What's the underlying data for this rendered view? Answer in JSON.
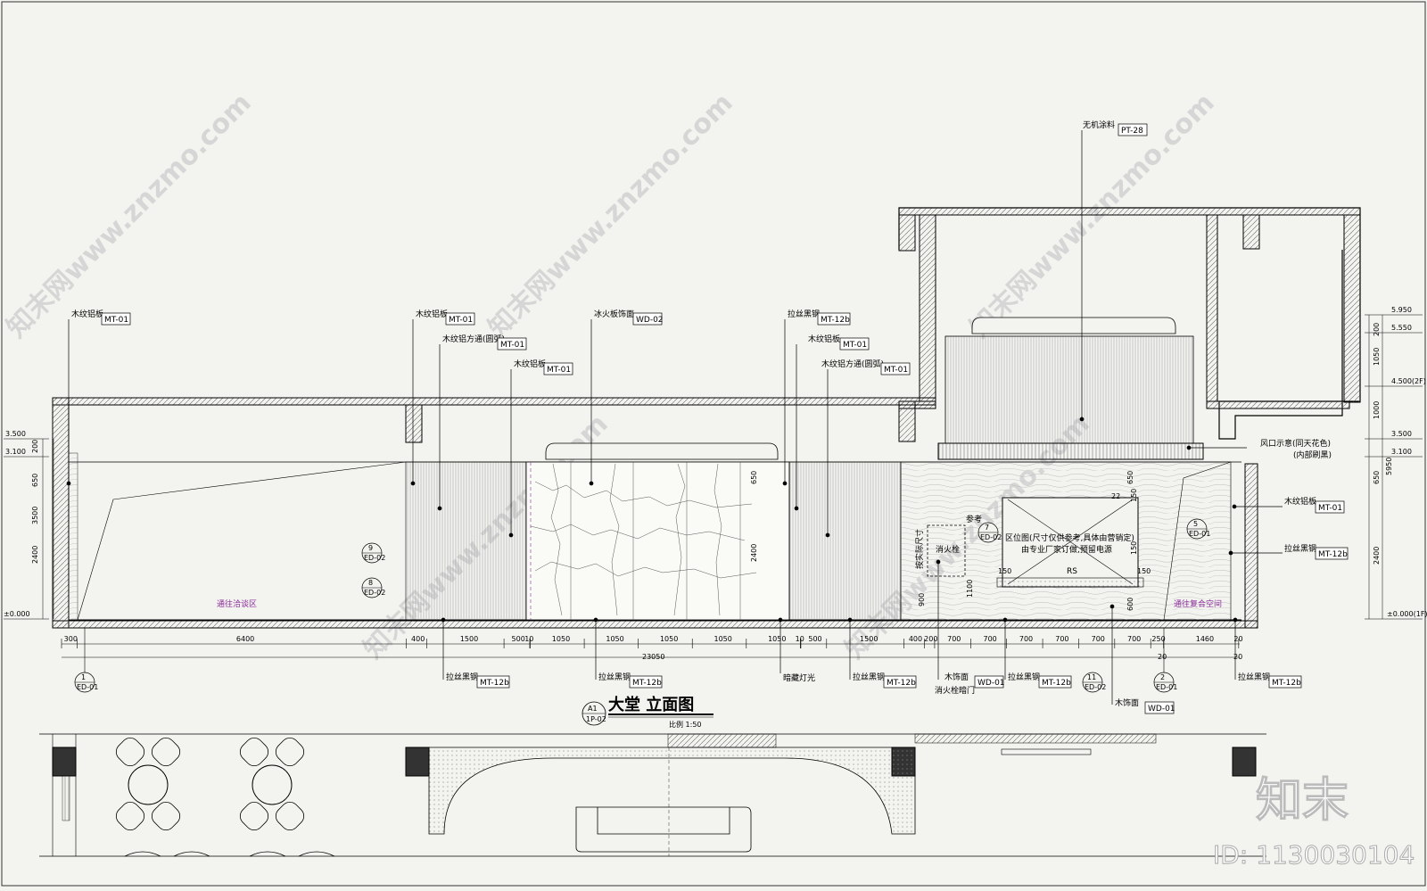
{
  "watermarks": [
    "知末网www.znzmo.com",
    "知末网www.znzmo.com",
    "知末网www.znzmo.com",
    "知末网www.znzmo.com",
    "知末网www.znzmo.com"
  ],
  "material_tags": [
    {
      "name": "木纹铝板",
      "code": "MT-01"
    },
    {
      "name": "木纹铝板",
      "code": "MT-01"
    },
    {
      "name": "木纹铝方通(圆弧)",
      "code": "MT-01"
    },
    {
      "name": "木纹铝板",
      "code": "MT-01"
    },
    {
      "name": "冰火板饰面",
      "code": "WD-02"
    },
    {
      "name": "拉丝黑钢",
      "code": "MT-12b"
    },
    {
      "name": "木纹铝板",
      "code": "MT-01"
    },
    {
      "name": "木纹铝方通(圆弧)",
      "code": "MT-01"
    },
    {
      "name": "无机涂料",
      "code": "PT-28"
    },
    {
      "name": "木纹铝板",
      "code": "MT-01"
    },
    {
      "name": "拉丝黑钢",
      "code": "MT-12b"
    }
  ],
  "bottom_tags": [
    {
      "name": "拉丝黑钢",
      "code": "MT-12b"
    },
    {
      "name": "拉丝黑钢",
      "code": "MT-12b"
    },
    {
      "name": "拉丝黑钢",
      "code": "MT-12b"
    },
    {
      "name": "木饰面",
      "code": "WD-01"
    },
    {
      "name": "拉丝黑钢",
      "code": "MT-12b"
    },
    {
      "name": "木饰面",
      "code": "WD-01"
    },
    {
      "name": "拉丝黑钢",
      "code": "MT-12b"
    }
  ],
  "notes": {
    "dark_light": "暗藏灯光",
    "hydrant_door": "消火栓暗门",
    "vent_1": "风口示意(同天花色)",
    "vent_2": "(内部刷黑)",
    "reference": "参考",
    "hydrant": "消火栓",
    "by_actual": "按实际尺寸",
    "zone_1": "区位图(尺寸仅供参考,具体由营销定)",
    "zone_2": "由专业厂家订做,预留电源",
    "rs": "RS",
    "to_left": "通往洽谈区",
    "to_right": "通往复合空间"
  },
  "callouts": [
    {
      "num": "9",
      "ref": "ED-02"
    },
    {
      "num": "8",
      "ref": "ED-02"
    },
    {
      "num": "7",
      "ref": "ED-02"
    },
    {
      "num": "5",
      "ref": "ED-01"
    },
    {
      "num": "1",
      "ref": "ED-01"
    },
    {
      "num": "11",
      "ref": "ED-02"
    },
    {
      "num": "2",
      "ref": "ED-01"
    }
  ],
  "levels_left": [
    "3.500",
    "3.100",
    "±0.000"
  ],
  "levels_right": [
    "5.950",
    "5.550",
    "4.500(2F)",
    "3.500",
    "3.100",
    "±0.000(1F)"
  ],
  "left_vdims": [
    "200",
    "200",
    "650",
    "3500",
    "2400"
  ],
  "right_vdims": [
    "200",
    "200",
    "1050",
    "1000",
    "200",
    "200",
    "650",
    "5950",
    "2400"
  ],
  "center_vdims": [
    "650",
    "2400",
    "650",
    "900",
    "1100",
    "600",
    "150",
    "150",
    "150",
    "150",
    "22"
  ],
  "hdims": [
    "300",
    "6400",
    "400",
    "1500",
    "500",
    "10",
    "1050",
    "1050",
    "1050",
    "1050",
    "1050",
    "10",
    "500",
    "1500",
    "400",
    "200",
    "700",
    "700",
    "700",
    "700",
    "700",
    "700",
    "250",
    "1460",
    "20"
  ],
  "total": "23050",
  "total_sub": [
    "20",
    "20"
  ],
  "title": {
    "mark": "A1",
    "sub": "1P-02",
    "name": "大堂  立面图",
    "scale": "比例 1:50"
  },
  "corner_logo": "知末",
  "corner_id": "ID: 1130030104",
  "colors": {
    "bg": "#f3f3ef",
    "line": "#000000",
    "purple": "#8a2b9a",
    "hatch": "#888888"
  }
}
